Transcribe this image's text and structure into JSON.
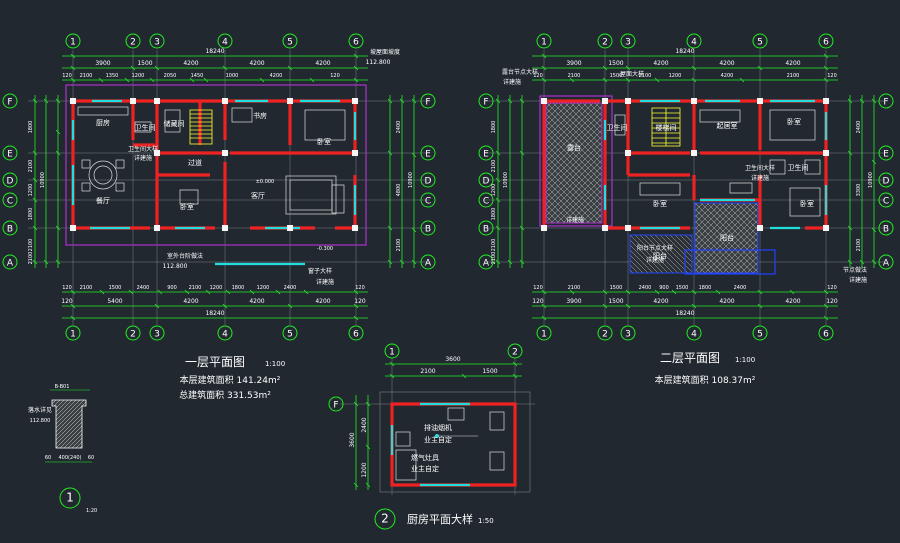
{
  "colors": {
    "background": "#212830",
    "dimension": "#22ee22",
    "wall": "#ee2222",
    "window": "#22dddd",
    "text": "#ffffff",
    "furniture": "#dddddd",
    "purple": "#aa33cc",
    "hatch": "#b8b8b8",
    "blue": "#2244ff",
    "stair": "#ffff33"
  },
  "left_plan": {
    "axes_top": [
      "1",
      "2",
      "3",
      "4",
      "5",
      "6"
    ],
    "axes_side": [
      "F",
      "E",
      "D",
      "C",
      "B",
      "A"
    ],
    "dims_top_total": "18240",
    "dims_top": [
      "3900",
      "1500",
      "4200",
      "4200",
      "4200"
    ],
    "dims_top_fine": [
      "120",
      "2100",
      "1350",
      "1200",
      "2050",
      "1450",
      "1000",
      "4200",
      "120"
    ],
    "dims_bottom": [
      "120",
      "5400",
      "4200",
      "4200",
      "4200",
      "120"
    ],
    "dims_bottom_total": "18240",
    "dims_bottom_fine": [
      "120",
      "2100",
      "1500",
      "2400",
      "900",
      "2100",
      "1200",
      "1800",
      "1200",
      "2400",
      "120"
    ],
    "dims_left": [
      "1800",
      "2100",
      "1200",
      "1800",
      "2100",
      "2100"
    ],
    "dims_right": [
      "2400",
      "4800",
      "2100"
    ],
    "dims_side_total": "10900",
    "rooms": {
      "kitchen": "厨房",
      "storage": "储藏间",
      "bath": "卫生间",
      "hall": "过道",
      "bedroom1": "卧室",
      "bedroom2": "卧室",
      "study": "书房",
      "living": "客厅",
      "dining": "餐厅"
    },
    "notes": {
      "roof_note": "坡屋面坡度",
      "elev_1": "112.800",
      "bath_detail": "卫生间大样",
      "see_detail": "详建施",
      "outdoor": "室外台阶做法",
      "outdoor_elev": "112.800",
      "window_note": "窗子大样",
      "detail2": "详建施",
      "elev_pos": "±0.000",
      "elev_neg": "-0.300"
    },
    "title": "一层平面图",
    "scale": "1:100",
    "area_line1": "本层建筑面积 141.24m²",
    "area_line2": "总建筑面积 331.53m²"
  },
  "right_plan": {
    "axes_top": [
      "1",
      "2",
      "3",
      "4",
      "5",
      "6"
    ],
    "axes_side": [
      "F",
      "E",
      "D",
      "C",
      "B",
      "A"
    ],
    "dims_top_total": "18240",
    "dims_top": [
      "3900",
      "1500",
      "4200",
      "4200",
      "4200"
    ],
    "dims_top_fine": [
      "120",
      "2100",
      "1500",
      "2100",
      "1200",
      "4200",
      "2100",
      "120"
    ],
    "dims_bottom": [
      "120",
      "3900",
      "1500",
      "4200",
      "4200",
      "4200",
      "120"
    ],
    "dims_bottom_total": "18240",
    "dims_bottom_fine": [
      "120",
      "2100",
      "1500",
      "2400",
      "900",
      "1500",
      "1800",
      "2400",
      "120"
    ],
    "dims_left": [
      "1800",
      "2100",
      "1200",
      "1800",
      "2100",
      "2100"
    ],
    "dims_right": [
      "2400",
      "3300",
      "2100"
    ],
    "dims_side_total": "10900",
    "rooms": {
      "terrace": "露台",
      "bath_a": "卫生间",
      "stair_room": "楼梯间",
      "living2": "起居室",
      "bedroom_a": "卧室",
      "bedroom_b": "卧室",
      "bedroom_c": "卧室",
      "bath_b": "卫生间",
      "balcony": "阳台",
      "balcony2": "阳台"
    },
    "notes": {
      "gutter": "露台节点大样",
      "see1": "详建施",
      "roof_detail": "屋面大样",
      "bath_detail": "卫生间大样",
      "see2": "详建施",
      "see3": "详建施",
      "balcony_detail": "阳台节点大样",
      "see4": "详建施",
      "node": "节点做法",
      "see5": "详建施"
    },
    "title": "二层平面图",
    "scale": "1:100",
    "area_line1": "本层建筑面积 108.37m²"
  },
  "kitchen_detail": {
    "axes_top": [
      "1",
      "2"
    ],
    "axis_side": "F",
    "dims_top": [
      "3600"
    ],
    "dims_top_fine": [
      "2100",
      "1500"
    ],
    "dims_left": [
      "3600"
    ],
    "dims_left_fine": [
      "2400",
      "1200"
    ],
    "note1": "排油烟机",
    "note2": "业主自定",
    "note3": "燃气灶具",
    "note4": "业主自定",
    "title_num": "2",
    "title": "厨房平面大样",
    "scale": "1:50"
  },
  "column_detail": {
    "label1": "B-B01",
    "label2": "落水详见",
    "label3": "112.800",
    "dim": "400(240)",
    "dim_a": "60",
    "dim_b": "60",
    "title_num": "1",
    "scale": "1:20"
  }
}
